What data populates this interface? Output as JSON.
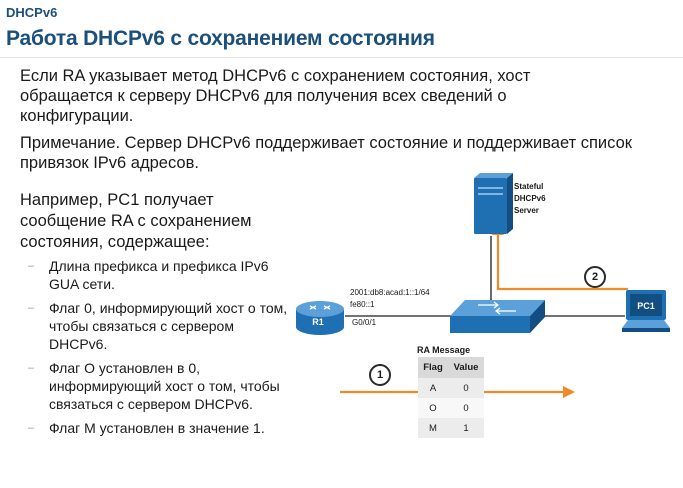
{
  "header": {
    "section": "DHCPv6",
    "title": "Работа DHCPv6 с сохранением состояния"
  },
  "content": {
    "p1": "Если RA указывает метод DHCPv6 с сохранением состояния, хост обращается к серверу DHCPv6 для получения всех сведений о конфигурации.",
    "p2": "Примечание. Сервер DHCPv6 поддерживает состояние и поддерживает список привязок IPv6 адресов.",
    "p3": "Например, PC1 получает сообщение RA с сохранением состояния, содержащее:",
    "bullets": [
      "Длина префикса и префикса IPv6 GUA сети.",
      "Флаг 0, информирующий хост о том, чтобы связаться с сервером DHCPv6.",
      "Флаг O установлен в 0, информирующий хост о том, чтобы связаться с сервером DHCPv6.",
      "Флаг M установлен в значение 1."
    ]
  },
  "diagram": {
    "server_label_1": "Stateful",
    "server_label_2": "DHCPv6",
    "server_label_3": "Server",
    "gua": "2001:db8:acad:1::1/64",
    "lla": "fe80::1",
    "interface": "G0/0/1",
    "router_label": "R1",
    "pc_label": "PC1",
    "step1": "1",
    "step2": "2",
    "ra_title": "RA Message",
    "ra_headers": [
      "Flag",
      "Value"
    ],
    "ra_rows": [
      {
        "flag": "A",
        "value": "0"
      },
      {
        "flag": "O",
        "value": "0"
      },
      {
        "flag": "M",
        "value": "1"
      }
    ],
    "colors": {
      "heading": "#1b4f7c",
      "arrow": "#ef8a2a",
      "device": "#1f6fb3"
    }
  }
}
